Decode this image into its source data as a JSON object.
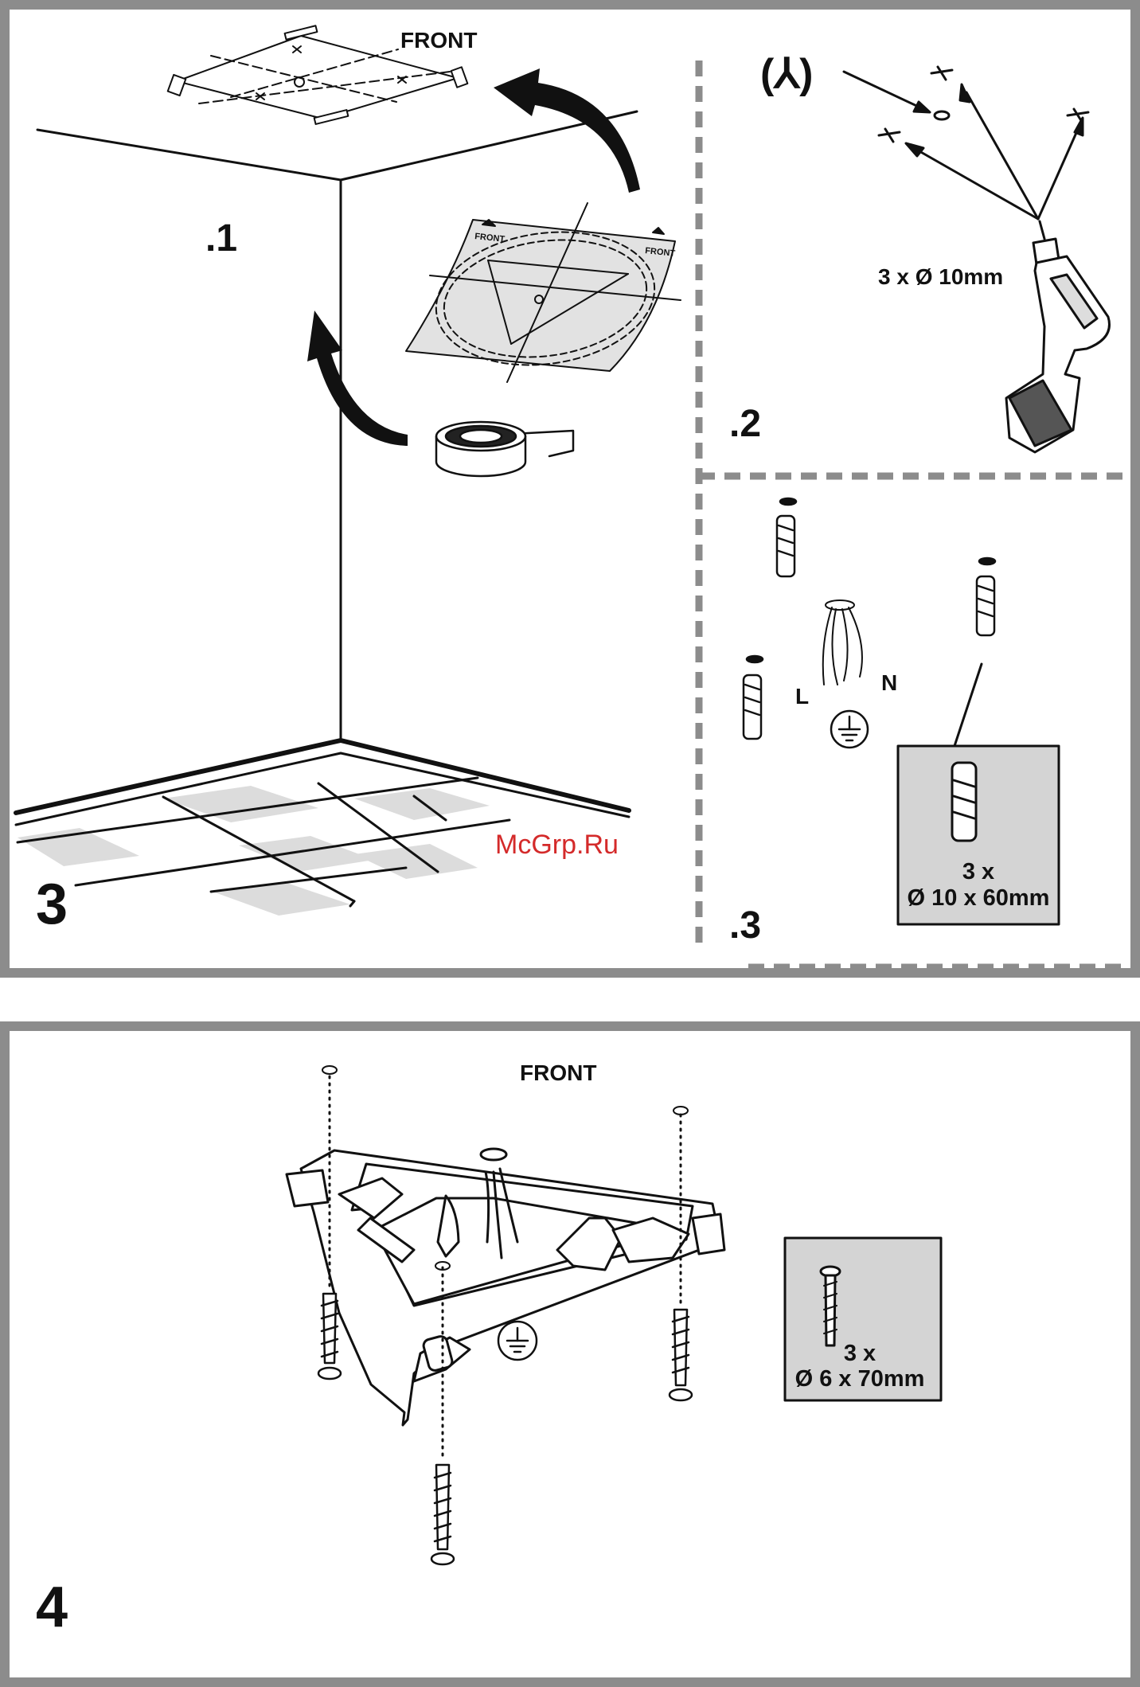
{
  "panel3": {
    "number": "3",
    "front_label": "FRONT",
    "template_front_left": "FRONT",
    "template_front_right": "FRONT",
    "step1": ".1",
    "step2": ".2",
    "step3": ".3",
    "drill_symbol": "(⅄)",
    "drill_spec": "3 x Ø 10mm",
    "wire_live": "L",
    "wire_neutral": "N",
    "plug_count": "3 x",
    "plug_size": "Ø 10 x 60mm",
    "watermark": "McGrp.Ru"
  },
  "panel4": {
    "number": "4",
    "front_label": "FRONT",
    "screw_count": "3 x",
    "screw_size": "Ø 6 x 70mm"
  },
  "icons": [
    "earth-ground-icon",
    "drill-icon",
    "tape-roll-icon",
    "wall-plug-icon",
    "screw-icon",
    "curved-arrow-icon"
  ],
  "colors": {
    "frame": "#8c8c8c",
    "tile": "#dcdcdc",
    "inset_box": "#d4d4d4",
    "watermark": "#d42a2a"
  }
}
